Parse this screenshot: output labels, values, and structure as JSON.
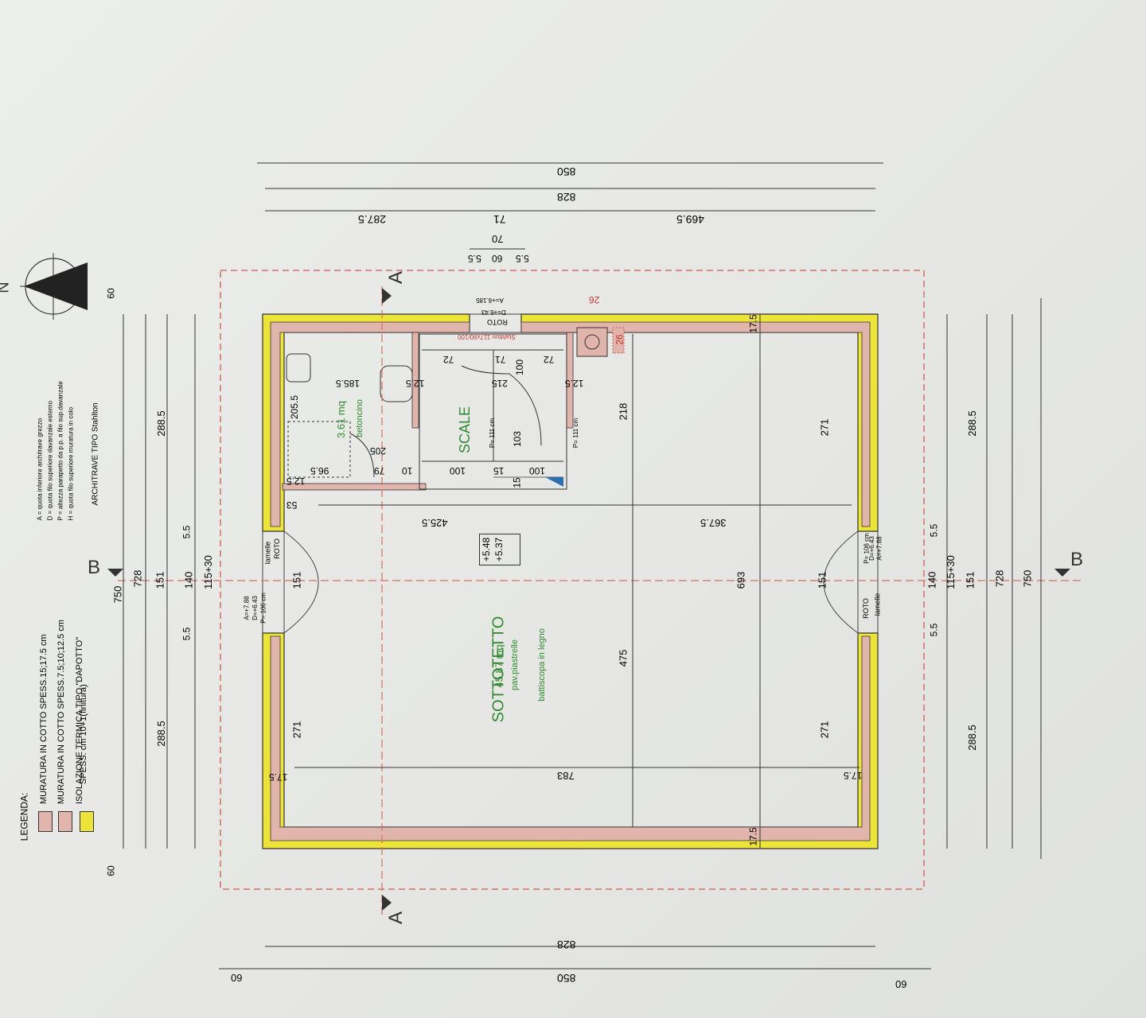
{
  "room_main": {
    "name": "SOTTOTETTO",
    "area": "45.87 mq",
    "floor_l1": "pav.piastrelle",
    "floor_l2": "battiscopa in legno"
  },
  "room_bath": {
    "area": "3.61 mq",
    "floor": "betoncino"
  },
  "stairs": {
    "label": "SCALE",
    "p1": "P= 111 cm",
    "p2": "P= 111 cm"
  },
  "levels": {
    "l1": "+5.48",
    "l2": "+5.37"
  },
  "sections": {
    "a": "A",
    "b": "B"
  },
  "north": "N",
  "legend": {
    "title": "LEGENDA:",
    "items": [
      {
        "label": "MURATURA IN COTTO SPESS.15;17.5 cm",
        "color": "#e2b5ac"
      },
      {
        "label": "MURATURA IN COTTO SPESS.7.5;10;12.5 cm",
        "color": "#e2b5ac"
      },
      {
        "label": "ISOLAZIONE TERMICA TIPO \"DAPOTTO\"",
        "label2": "SPESS. cm 10+1(finitura)",
        "color": "#ece438"
      }
    ],
    "notes": [
      "A = quota inferiore architrave grezzo",
      "D = quota filo superiore davanzale esterno",
      "P = altezza parapetto da p.p. a filo sup.davanzale",
      "H = quota filo superiore muratura in colo"
    ],
    "lintel": "ARCHITRAVE TIPO Stahlton"
  },
  "dims_top": {
    "total": "850",
    "inner": "828",
    "seg1": "287.5",
    "seg2": "71",
    "seg3": "469.5",
    "w70": "70",
    "w5a": "5.5",
    "w60": "60",
    "w5b": "5.5"
  },
  "dims_bottom": {
    "d828": "828",
    "d850": "850",
    "d60a": "60",
    "d60b": "60"
  },
  "dims_left": {
    "d60": "60",
    "d750": "750",
    "d728": "728",
    "d2885a": "288.5",
    "d151": "151",
    "d140": "140",
    "d115": "115+30",
    "d55a": "5.5",
    "d55b": "5.5",
    "d2885b": "288.5",
    "d60b": "60"
  },
  "dims_right": {
    "d2885a": "288.5",
    "d55a": "5.5",
    "d140": "140",
    "d115": "115+30",
    "d151": "151",
    "d728": "728",
    "d750": "750",
    "d55b": "5.5",
    "d2885b": "288.5"
  },
  "dims_inner": {
    "d425": "425.5",
    "d3675": "367.5",
    "d693": "693",
    "d475": "475",
    "d783": "783",
    "d271a": "271",
    "d271b": "271",
    "d271c": "271",
    "d151a": "151",
    "d151b": "151",
    "d218": "218",
    "d175a": "17.5",
    "d175b": "17.5",
    "d175c": "17.5",
    "d175d": "17.5",
    "d53": "53",
    "d125": "12.5",
    "d965": "96.5",
    "d205": "205",
    "d2055": "205.5",
    "d1855": "185.5",
    "d79": "79",
    "d10": "10",
    "d100a": "100",
    "d100b": "100",
    "d15a": "15",
    "d15b": "15",
    "d103": "103",
    "d215": "215",
    "d72a": "72",
    "d72b": "72",
    "d71": "71",
    "d125b": "12.5",
    "d125c": "12.5",
    "d26a": "26",
    "d26b": "26",
    "d100c": "100"
  },
  "windows": {
    "w_top": {
      "type": "ROTO",
      "code": "D=+6.43",
      "a": "A=+6.185"
    },
    "w_left": {
      "type": "ROTO",
      "lam": "lamelle",
      "a": "A=+7.88",
      "d": "D=+6.43",
      "p": "P= 106 cm"
    },
    "w_right": {
      "type": "ROTO",
      "lam": "lamelle",
      "a": "A=+7.88",
      "d": "D=+6.43",
      "p": "P= 106 cm"
    },
    "stahlton": "Stahlton 117x90/100"
  }
}
